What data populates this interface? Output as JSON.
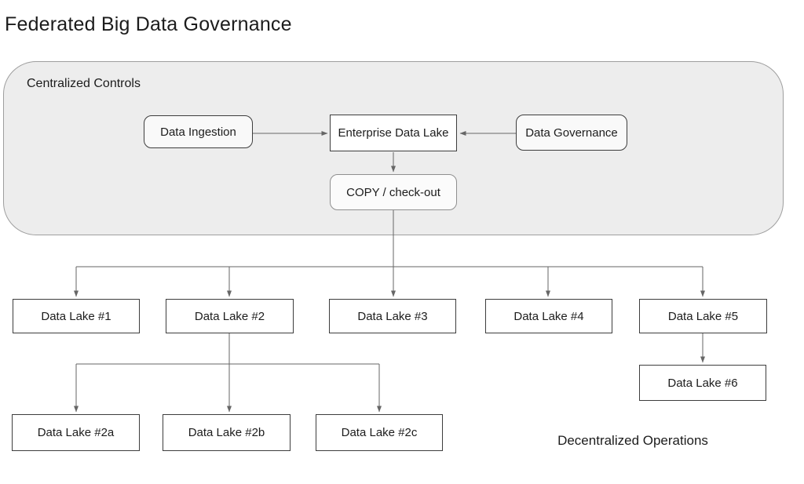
{
  "title": "Federated Big Data Governance",
  "group": {
    "label": "Centralized Controls"
  },
  "nodes": {
    "data_ingestion": {
      "label": "Data Ingestion"
    },
    "enterprise_data_lake": {
      "label": "Enterprise Data Lake"
    },
    "data_governance": {
      "label": "Data Governance"
    },
    "copy_checkout": {
      "label": "COPY / check-out"
    },
    "lake_1": {
      "label": "Data Lake #1"
    },
    "lake_2": {
      "label": "Data Lake #2"
    },
    "lake_3": {
      "label": "Data Lake #3"
    },
    "lake_4": {
      "label": "Data Lake #4"
    },
    "lake_5": {
      "label": "Data Lake #5"
    },
    "lake_6": {
      "label": "Data Lake #6"
    },
    "lake_2a": {
      "label": "Data Lake #2a"
    },
    "lake_2b": {
      "label": "Data Lake #2b"
    },
    "lake_2c": {
      "label": "Data Lake #2c"
    }
  },
  "edges": [
    {
      "from": "data_ingestion",
      "to": "enterprise_data_lake"
    },
    {
      "from": "data_governance",
      "to": "enterprise_data_lake"
    },
    {
      "from": "enterprise_data_lake",
      "to": "copy_checkout"
    },
    {
      "from": "copy_checkout",
      "to": "lake_1"
    },
    {
      "from": "copy_checkout",
      "to": "lake_2"
    },
    {
      "from": "copy_checkout",
      "to": "lake_3"
    },
    {
      "from": "copy_checkout",
      "to": "lake_4"
    },
    {
      "from": "copy_checkout",
      "to": "lake_5"
    },
    {
      "from": "lake_2",
      "to": "lake_2a"
    },
    {
      "from": "lake_2",
      "to": "lake_2b"
    },
    {
      "from": "lake_2",
      "to": "lake_2c"
    },
    {
      "from": "lake_5",
      "to": "lake_6"
    }
  ],
  "footer": {
    "label": "Decentralized Operations"
  },
  "colors": {
    "canvas_bg": "#ffffff",
    "group_fill": "#ededed",
    "group_border": "#9e9e9e",
    "node_fill_white": "#ffffff",
    "node_fill_light": "#f9f9f9",
    "border_dark": "#3d3d3d",
    "border_gray": "#8f8f8f",
    "connector": "#666666",
    "text": "#1c1c1c"
  }
}
